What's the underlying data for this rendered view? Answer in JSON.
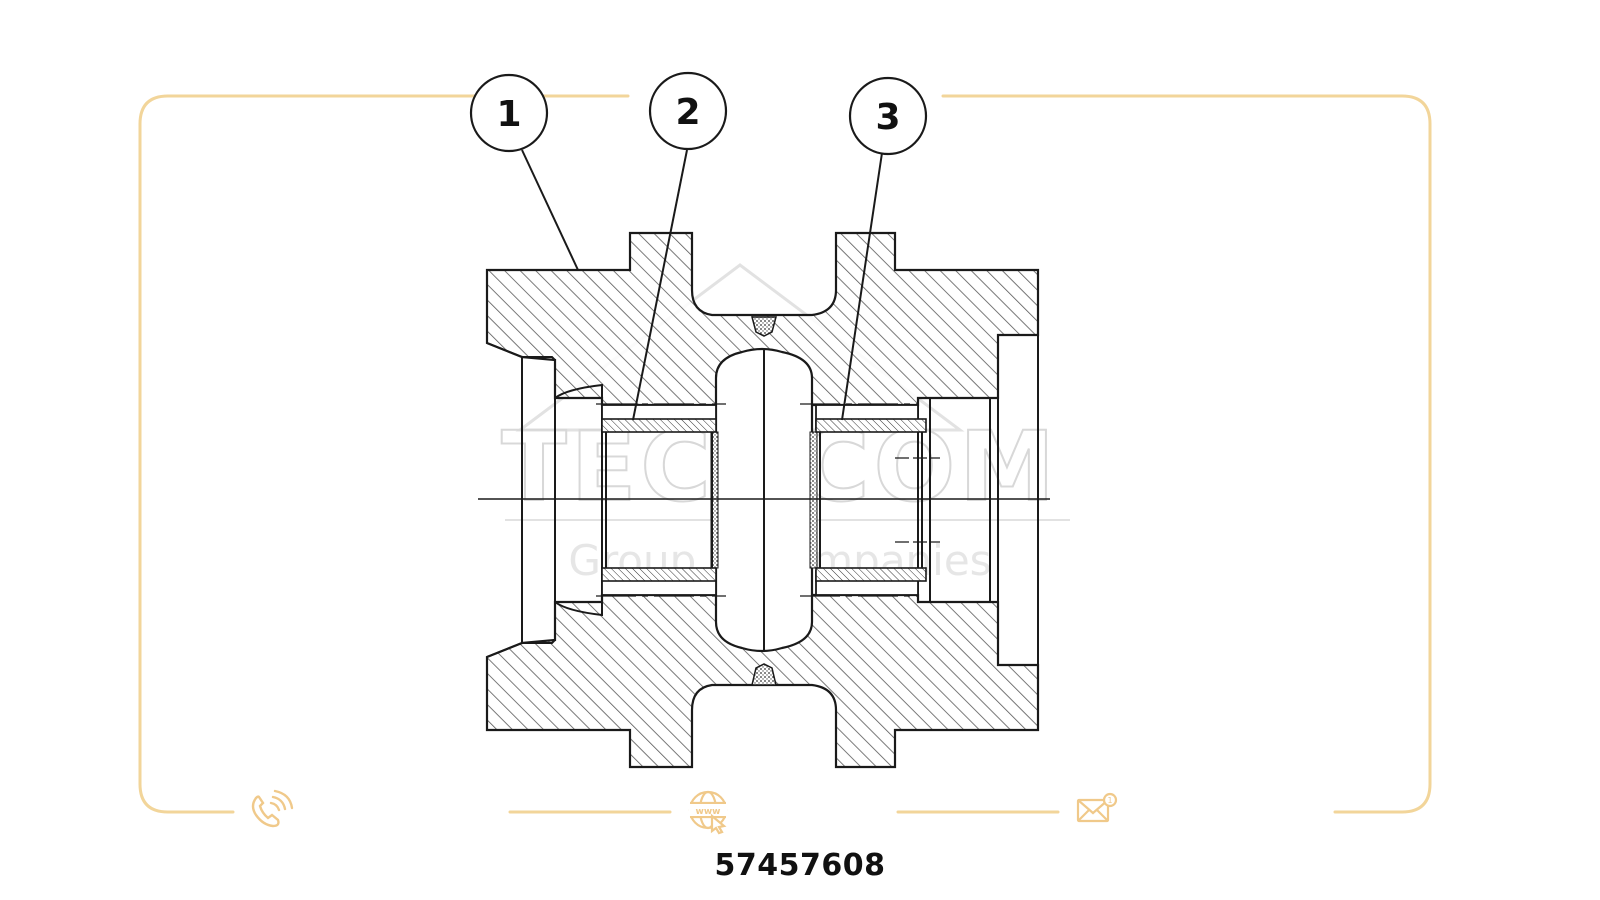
{
  "diagram": {
    "callouts": [
      {
        "id": "1",
        "label": "1"
      },
      {
        "id": "2",
        "label": "2"
      },
      {
        "id": "3",
        "label": "3"
      }
    ],
    "watermark": {
      "title": "TECHCOM",
      "subtitle": "Group of companies"
    }
  },
  "footer": {
    "part_number": "57457608",
    "icons": [
      "phone-icon",
      "web-icon",
      "mail-icon"
    ],
    "mail_badge": "1"
  },
  "colors": {
    "frame": "#f2d59a",
    "icon": "#f0c98a",
    "line": "#1a1a1a",
    "hatch": "#3a3a3a"
  }
}
